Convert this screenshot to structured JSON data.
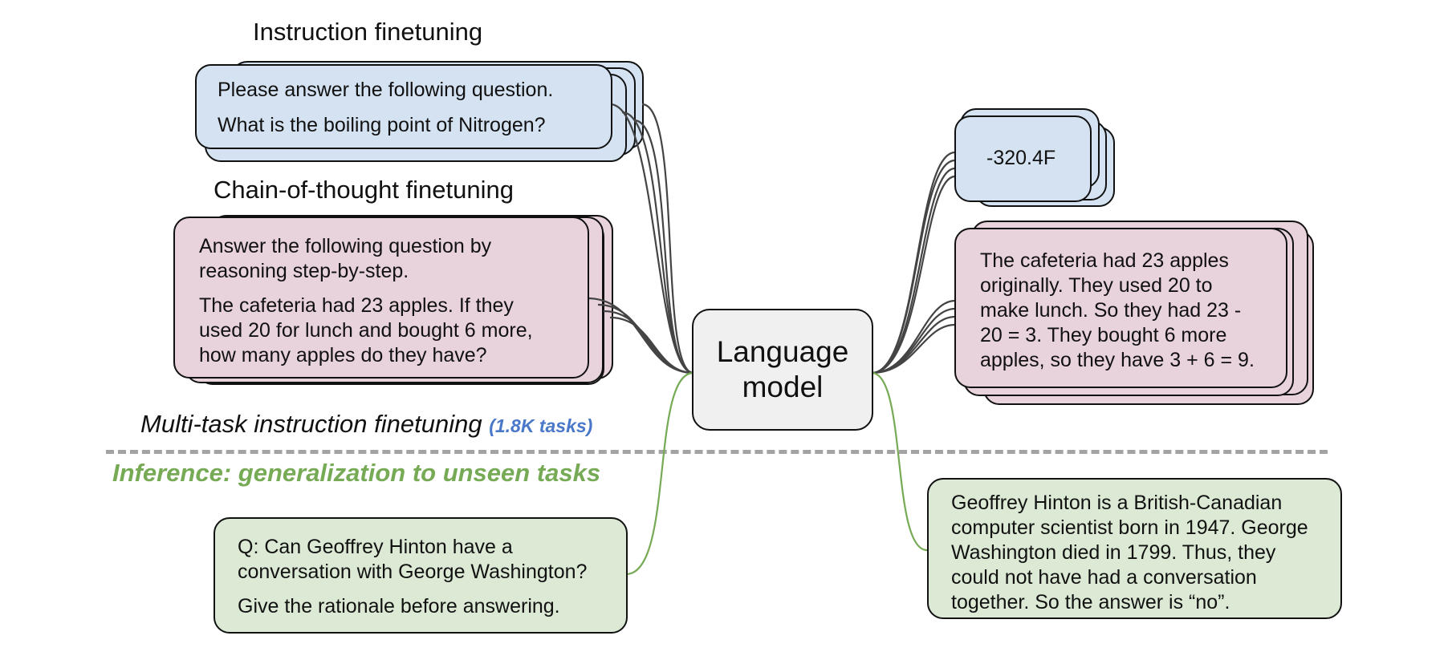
{
  "instruction_heading": "Instruction finetuning",
  "instruction_input": {
    "line1": "Please answer the following question.",
    "line2": "What is the boiling point of Nitrogen?"
  },
  "instruction_output": "-320.4F",
  "cot_heading": "Chain-of-thought finetuning",
  "cot_input": {
    "line1": "Answer the following question by",
    "line2": "reasoning step-by-step.",
    "line3": "The cafeteria had 23 apples. If they",
    "line4": "used 20 for lunch and bought 6 more,",
    "line5": "how many apples do they have?"
  },
  "cot_output": {
    "line1": "The cafeteria had 23 apples",
    "line2": "originally. They used 20 to",
    "line3": "make lunch. So they had 23 -",
    "line4": "20 = 3. They bought 6 more",
    "line5": "apples, so they have 3 + 6 = 9."
  },
  "model_label": {
    "line1": "Language",
    "line2": "model"
  },
  "multitask_label": "Multi-task instruction finetuning",
  "multitask_tasks": "(1.8K tasks)",
  "inference_label": "Inference: generalization to unseen tasks",
  "inference_input": {
    "line1": "Q: Can Geoffrey Hinton have a",
    "line2": "conversation with George Washington?",
    "line3": "Give the rationale before answering."
  },
  "inference_output": {
    "line1": "Geoffrey Hinton is a British-Canadian",
    "line2": "computer scientist born in 1947. George",
    "line3": "Washington died in 1799. Thus, they",
    "line4": "could not have had a conversation",
    "line5": "together. So the answer is “no”."
  },
  "colors": {
    "instruction": "#d4e2f2",
    "chain_of_thought": "#e8d2dc",
    "inference": "#dce9d5",
    "model": "#f0f0f0",
    "tasks_accent": "#4a78c9",
    "inference_accent": "#77aa55",
    "divider": "#a3a3a3"
  }
}
